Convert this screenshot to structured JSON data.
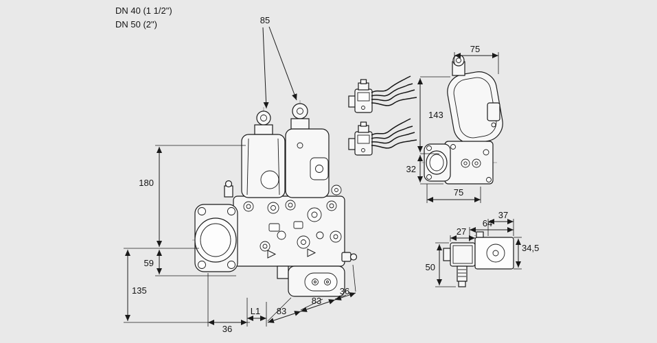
{
  "colors": {
    "background": "#e9e9e9",
    "line": "#1a1a1a"
  },
  "labels": {
    "dn_top": "DN 40 (1 1/2\")",
    "dn_bottom": "DN 50 (2\")"
  },
  "dims": {
    "main": {
      "d85": "85",
      "d180": "180",
      "d59": "59",
      "d135": "135",
      "d36_front": "36",
      "l1": "L1",
      "d83_a": "83",
      "d83_b": "83",
      "d36_depth": "36"
    },
    "side": {
      "d75_top": "75",
      "d143": "143",
      "d32": "32",
      "d75_bottom": "75"
    },
    "detail": {
      "d37": "37",
      "d27": "27",
      "d64": "64",
      "d34_5": "34,5",
      "d50": "50"
    }
  }
}
